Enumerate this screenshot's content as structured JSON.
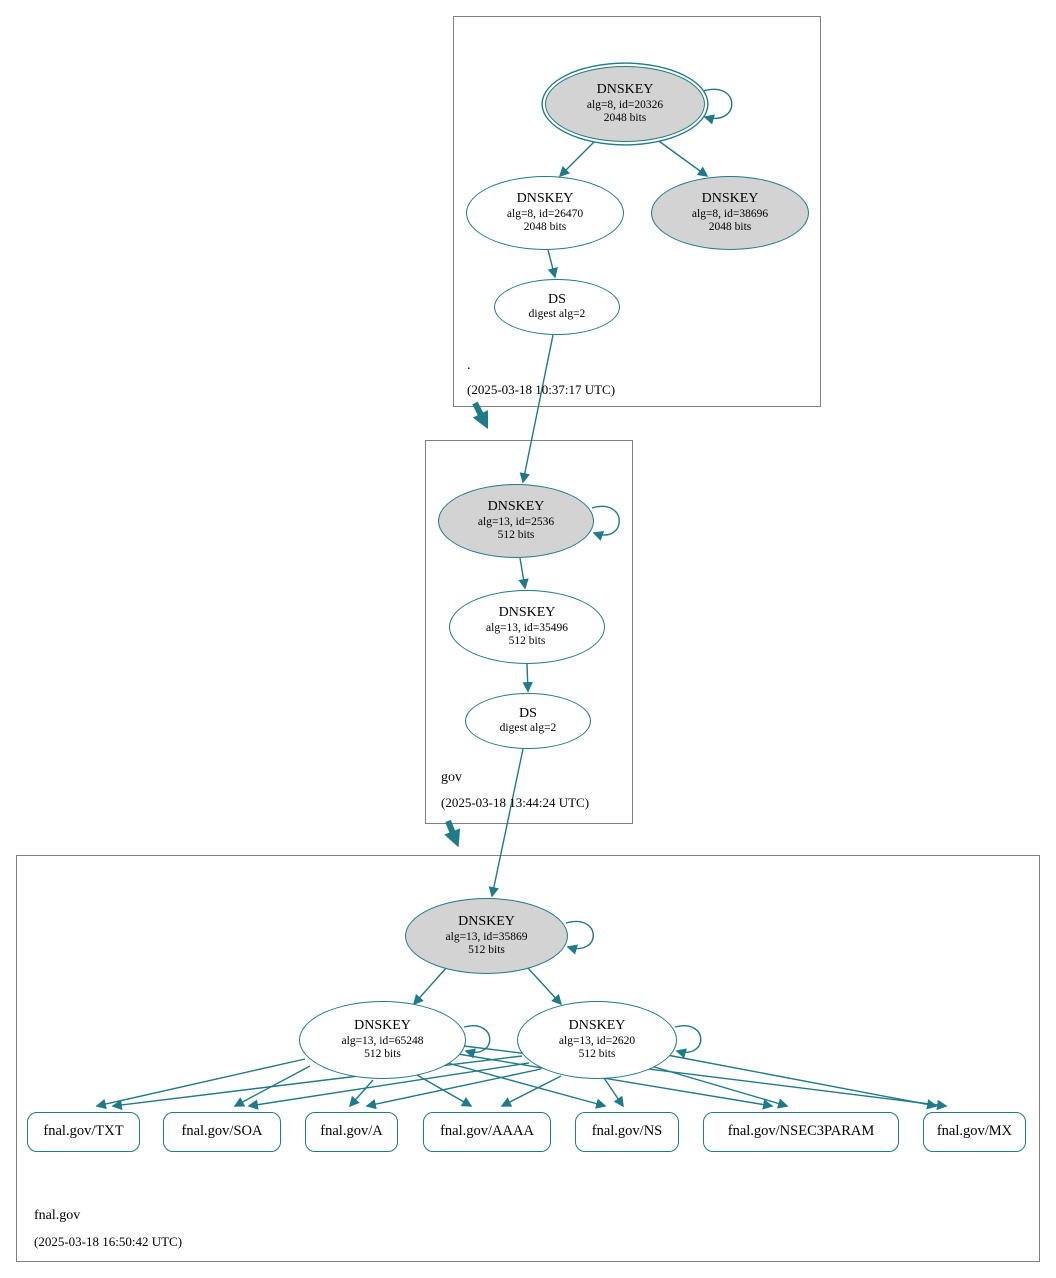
{
  "colors": {
    "edge": "#1f7a8a",
    "ksk_fill": "#d3d3d3"
  },
  "root_zone": {
    "label": ".",
    "timestamp": "(2025-03-18 10:37:17 UTC)",
    "ksk": {
      "type": "DNSKEY",
      "alg": "alg=8, id=20326",
      "bits": "2048 bits"
    },
    "zsk": {
      "type": "DNSKEY",
      "alg": "alg=8, id=26470",
      "bits": "2048 bits"
    },
    "key3": {
      "type": "DNSKEY",
      "alg": "alg=8, id=38696",
      "bits": "2048 bits"
    },
    "ds": {
      "type": "DS",
      "digest": "digest alg=2"
    }
  },
  "gov_zone": {
    "label": "gov",
    "timestamp": "(2025-03-18 13:44:24 UTC)",
    "ksk": {
      "type": "DNSKEY",
      "alg": "alg=13, id=2536",
      "bits": "512 bits"
    },
    "zsk": {
      "type": "DNSKEY",
      "alg": "alg=13, id=35496",
      "bits": "512 bits"
    },
    "ds": {
      "type": "DS",
      "digest": "digest alg=2"
    }
  },
  "fnal_zone": {
    "label": "fnal.gov",
    "timestamp": "(2025-03-18 16:50:42 UTC)",
    "ksk": {
      "type": "DNSKEY",
      "alg": "alg=13, id=35869",
      "bits": "512 bits"
    },
    "zsk1": {
      "type": "DNSKEY",
      "alg": "alg=13, id=65248",
      "bits": "512 bits"
    },
    "zsk2": {
      "type": "DNSKEY",
      "alg": "alg=13, id=2620",
      "bits": "512 bits"
    },
    "rrsets": [
      "fnal.gov/TXT",
      "fnal.gov/SOA",
      "fnal.gov/A",
      "fnal.gov/AAAA",
      "fnal.gov/NS",
      "fnal.gov/NSEC3PARAM",
      "fnal.gov/MX"
    ]
  }
}
